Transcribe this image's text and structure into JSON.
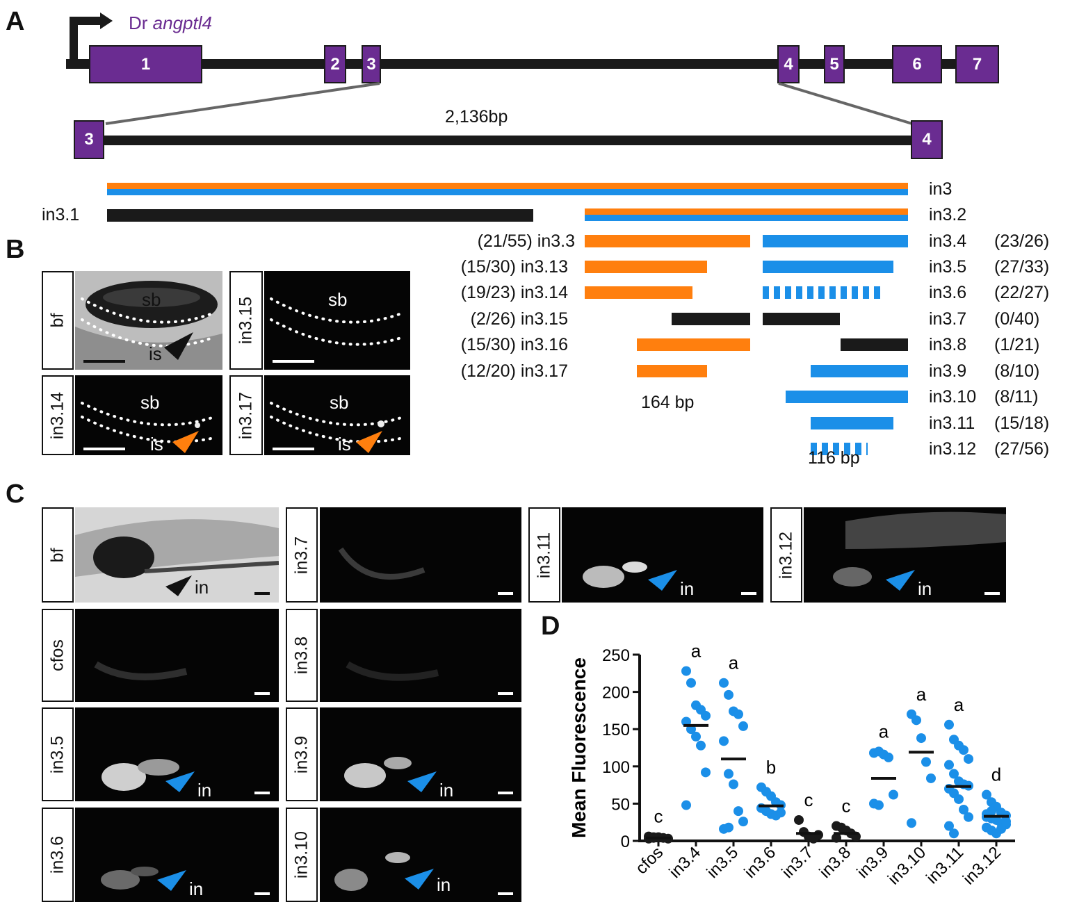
{
  "panels": {
    "A": "A",
    "B": "B",
    "C": "C",
    "D": "D"
  },
  "gene": {
    "species": "Dr",
    "name": "angptl4"
  },
  "exons_top": [
    "1",
    "2",
    "3",
    "4",
    "5",
    "6",
    "7"
  ],
  "intron": {
    "left_exon": "3",
    "right_exon": "4",
    "length_label": "2,136bp"
  },
  "constructs_left": [
    {
      "label": "in3.1"
    },
    {
      "count": "(21/55)",
      "label": "in3.3"
    },
    {
      "count": "(15/30)",
      "label": "in3.13"
    },
    {
      "count": "(19/23)",
      "label": "in3.14"
    },
    {
      "count": "(2/26)",
      "label": "in3.15"
    },
    {
      "count": "(15/30)",
      "label": "in3.16"
    },
    {
      "count": "(12/20)",
      "label": "in3.17"
    }
  ],
  "constructs_right": [
    {
      "label": "in3"
    },
    {
      "label": "in3.2"
    },
    {
      "label": "in3.4",
      "count": "(23/26)"
    },
    {
      "label": "in3.5",
      "count": "(27/33)"
    },
    {
      "label": "in3.6",
      "count": "(22/27)"
    },
    {
      "label": "in3.7",
      "count": "(0/40)"
    },
    {
      "label": "in3.8",
      "count": "(1/21)"
    },
    {
      "label": "in3.9",
      "count": "(8/10)"
    },
    {
      "label": "in3.10",
      "count": "(8/11)"
    },
    {
      "label": "in3.11",
      "count": "(15/18)"
    },
    {
      "label": "in3.12",
      "count": "(27/56)"
    }
  ],
  "size_labels": {
    "orange_min": "164 bp",
    "blue_min": "116 bp"
  },
  "panelB": {
    "images": [
      {
        "label": "bf",
        "sb": "sb",
        "is": "is",
        "arrow": "black"
      },
      {
        "label": "in3.15",
        "sb": "sb"
      },
      {
        "label": "in3.14",
        "sb": "sb",
        "is": "is",
        "arrow": "orange"
      },
      {
        "label": "in3.17",
        "sb": "sb",
        "is": "is",
        "arrow": "orange"
      }
    ]
  },
  "panelC": {
    "images": [
      {
        "label": "bf",
        "in": "in",
        "arrow": "black"
      },
      {
        "label": "in3.7"
      },
      {
        "label": "in3.11",
        "in": "in",
        "arrow": "blue"
      },
      {
        "label": "in3.12",
        "in": "in",
        "arrow": "blue"
      },
      {
        "label": "cfos"
      },
      {
        "label": "in3.8"
      },
      {
        "label": "in3.5",
        "in": "in",
        "arrow": "blue"
      },
      {
        "label": "in3.9",
        "in": "in",
        "arrow": "blue"
      },
      {
        "label": "in3.6",
        "in": "in",
        "arrow": "blue"
      },
      {
        "label": "in3.10",
        "in": "in",
        "arrow": "blue"
      }
    ]
  },
  "colors": {
    "exon": "#6a2c91",
    "orange": "#ff7f0e",
    "blue": "#1b8fe8",
    "black": "#1a1a1a"
  },
  "chart_data": {
    "type": "scatter",
    "ylabel": "Mean Fluorescence",
    "xlabel": "",
    "ylim": [
      0,
      250
    ],
    "yticks": [
      0,
      50,
      100,
      150,
      200,
      250
    ],
    "categories": [
      "cfos",
      "in3.4",
      "in3.5",
      "in3.6",
      "in3.7",
      "in3.8",
      "in3.9",
      "in3.10",
      "in3.11",
      "in3.12"
    ],
    "letters": [
      "c",
      "a",
      "a",
      "b",
      "c",
      "c",
      "a",
      "a",
      "a",
      "d"
    ],
    "means": [
      4,
      155,
      110,
      47,
      10,
      10,
      84,
      119,
      73,
      33
    ],
    "point_colors": [
      "black",
      "blue",
      "blue",
      "blue",
      "black",
      "black",
      "blue",
      "blue",
      "blue",
      "blue"
    ],
    "points": [
      [
        3,
        4,
        5,
        4,
        3,
        6,
        5
      ],
      [
        228,
        212,
        182,
        176,
        168,
        160,
        150,
        140,
        128,
        92,
        48
      ],
      [
        212,
        196,
        174,
        170,
        154,
        134,
        90,
        76,
        40,
        26,
        16,
        18
      ],
      [
        72,
        66,
        60,
        52,
        48,
        44,
        40,
        36,
        34,
        38
      ],
      [
        28,
        12,
        6,
        3,
        8
      ],
      [
        20,
        18,
        14,
        10,
        6,
        4
      ],
      [
        118,
        120,
        116,
        112,
        62,
        50,
        48
      ],
      [
        170,
        162,
        138,
        106,
        84,
        24
      ],
      [
        156,
        136,
        128,
        122,
        110,
        102,
        90,
        80,
        76,
        74,
        70,
        64,
        56,
        42,
        32,
        20,
        10
      ],
      [
        62,
        52,
        46,
        38,
        34,
        32,
        30,
        28,
        24,
        22,
        18,
        14,
        10,
        16,
        26,
        36,
        40
      ]
    ]
  }
}
